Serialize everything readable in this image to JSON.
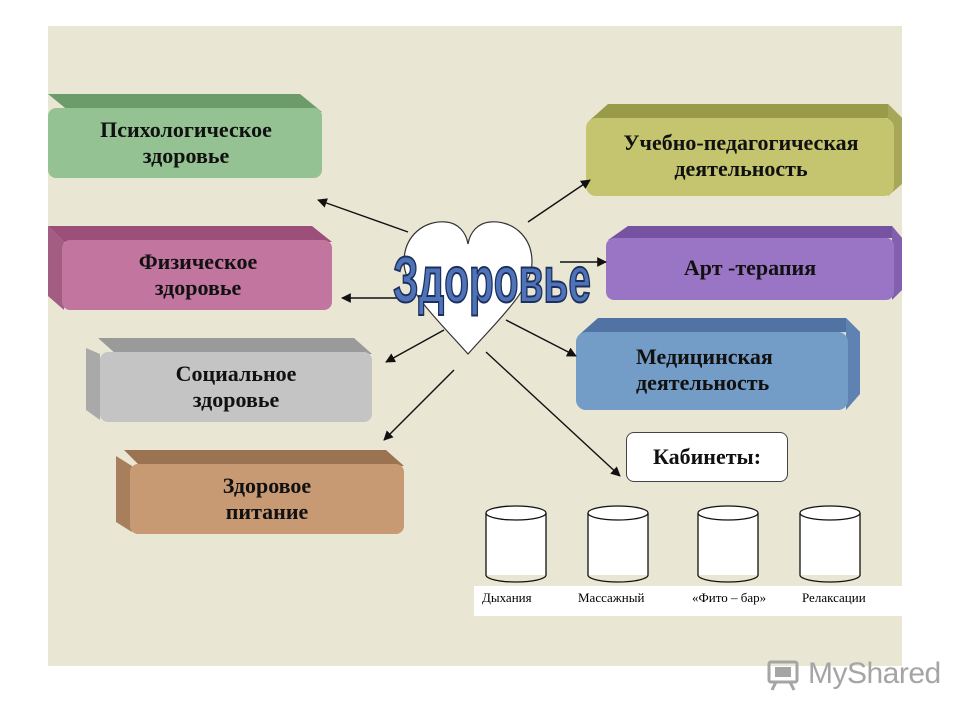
{
  "center_title": "Здоровье",
  "left_boxes": [
    {
      "label": "Психологическое\nздоровье",
      "color": "#95c292"
    },
    {
      "label": "Физическое\nздоровье",
      "color": "#c2759e"
    },
    {
      "label": "Социальное\nздоровье",
      "color": "#c4c4c4"
    },
    {
      "label": "Здоровое\nпитание",
      "color": "#c79a74"
    }
  ],
  "right_boxes": [
    {
      "label": "Учебно-педагогическая\nдеятельность",
      "color": "#c4c56e"
    },
    {
      "label": "Арт -терапия",
      "color": "#9a75c5"
    },
    {
      "label": "Медицинская\nдеятельность",
      "color": "#739cc7"
    }
  ],
  "cabinets": {
    "title": "Кабинеты:",
    "items": [
      "Дыхания",
      "Массажный",
      "«Фито – бар»",
      "Релаксации"
    ]
  },
  "watermark": "MyShared"
}
